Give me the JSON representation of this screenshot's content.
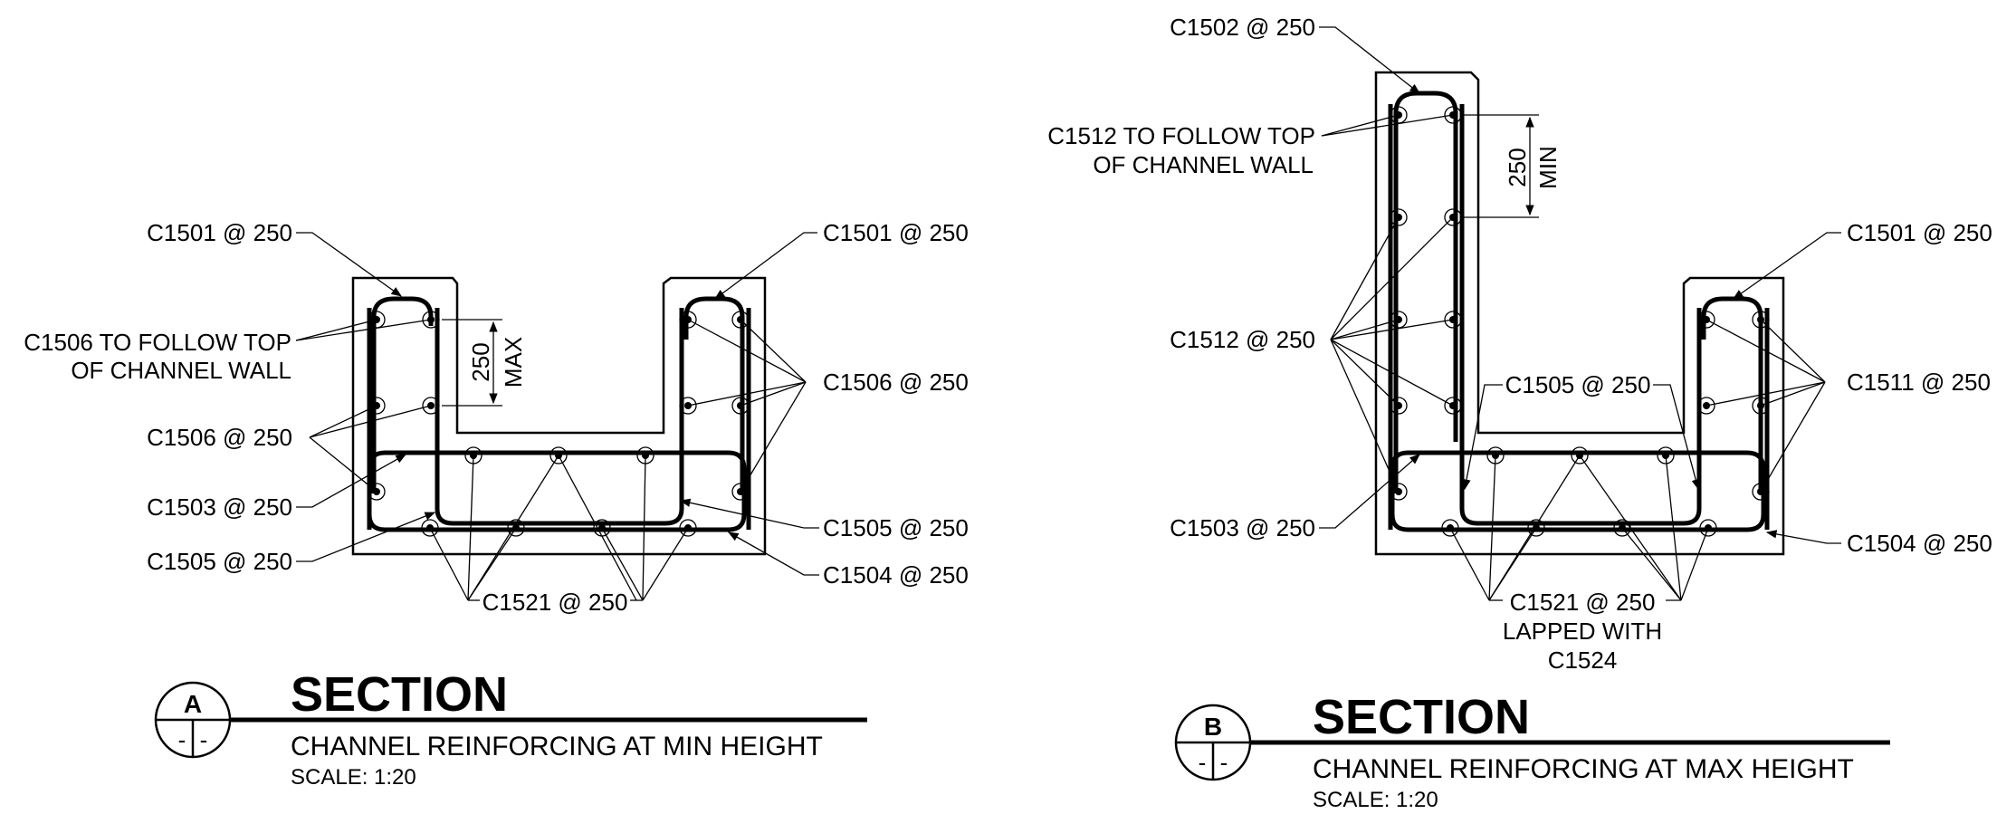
{
  "sectionA": {
    "labels": {
      "topLeft": "C1501 @ 250",
      "followTop1": "C1506 TO FOLLOW TOP",
      "followTop2": "OF CHANNEL WALL",
      "leftMid": "C1506 @ 250",
      "leftBottom1": "C1503 @ 250",
      "leftBottom2": "C1505 @ 250",
      "topRight": "C1501 @ 250",
      "rightMid": "C1506 @ 250",
      "rightBottom1": "C1505 @ 250",
      "rightBottom2": "C1504 @ 250",
      "bottom": "C1521 @ 250"
    },
    "dimension": {
      "value": "250",
      "note": "MAX"
    },
    "tag": {
      "letter": "A",
      "ref": "-"
    },
    "title": "SECTION",
    "subtitle": "CHANNEL REINFORCING AT MIN HEIGHT",
    "scale": "SCALE:  1:20"
  },
  "sectionB": {
    "labels": {
      "top": "C1502 @ 250",
      "followTop1": "C1512 TO FOLLOW TOP",
      "followTop2": "OF CHANNEL WALL",
      "leftMid": "C1512 @ 250",
      "inner": "C1505 @ 250",
      "leftBottom": "C1503 @ 250",
      "topRight": "C1501 @ 250",
      "rightMid": "C1511 @ 250",
      "rightBottom": "C1504 @ 250",
      "bottom1": "C1521 @ 250",
      "bottom2": "LAPPED WITH",
      "bottom3": "C1524"
    },
    "dimension": {
      "value": "250",
      "note": "MIN"
    },
    "tag": {
      "letter": "B",
      "ref": "-"
    },
    "title": "SECTION",
    "subtitle": "CHANNEL REINFORCING AT MAX HEIGHT",
    "scale": "SCALE:  1:20"
  }
}
